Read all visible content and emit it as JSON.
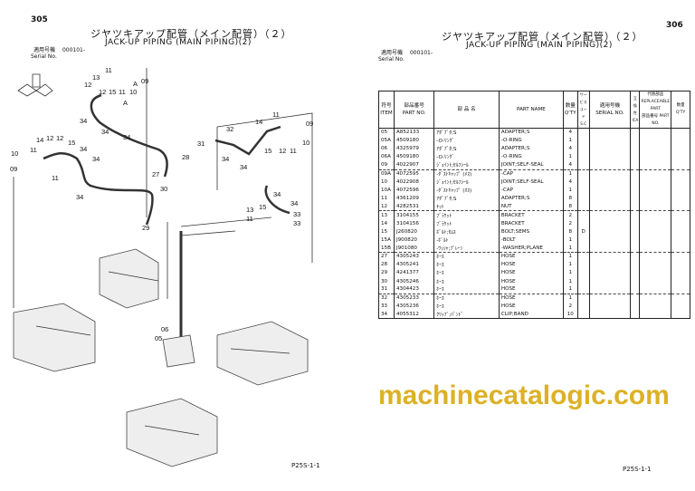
{
  "left_page": {
    "page_number": "305",
    "title_jp": "ジヤツキアップ配管（メイン配管）（２）",
    "title_en": "JACK-UP PIPING (MAIN PIPING)(2)",
    "serial_label_jp": "適用号機",
    "serial_value": "000101-",
    "serial_label_en": "Serial No.",
    "footer": "P25S-1-1",
    "callouts": [
      "11",
      "13",
      "12",
      "12",
      "15",
      "11",
      "10",
      "09",
      "A",
      "A",
      "34",
      "34",
      "34",
      "28",
      "27",
      "10",
      "11",
      "14",
      "12",
      "12",
      "15",
      "34",
      "34",
      "09",
      "11",
      "34",
      "29",
      "30",
      "11",
      "14",
      "32",
      "31",
      "09",
      "10",
      "15",
      "12",
      "11",
      "34",
      "34",
      "34",
      "34",
      "13",
      "15",
      "11",
      "33",
      "33",
      "06",
      "05"
    ]
  },
  "right_page": {
    "page_number": "306",
    "title_jp": "ジヤツキアップ配管（メイン配管）（２）",
    "title_en": "JACK-UP PIPING (MAIN PIPING)(2)",
    "serial_label_jp": "適用号機",
    "serial_value": "000101-",
    "serial_label_en": "Serial No.",
    "footer": "P25S-1-1",
    "headers": {
      "item_jp": "符号",
      "item": "ITEM",
      "part_no_jp": "部品番号",
      "part_no": "PART NO.",
      "name_jp": "部 品 名",
      "part_name": "PART NAME",
      "qty_jp": "数量",
      "qty": "Q'TY",
      "sc_jp": "サービスコード",
      "sc": "S.C",
      "serial_jp": "適用号機",
      "serial": "SERIAL NO.",
      "interchange": "互換性 ICA",
      "replaceable_jp": "代替部品",
      "replaceable": "REPLACEABLE PART",
      "repl_part_no": "部品番号 PART NO.",
      "repl_qty": "数量 Q'TY"
    },
    "rows": [
      [
        "05",
        "A852133",
        "ｱﾀﾞﾌﾟﾀ;S",
        "ADAPTER;S",
        "4",
        ""
      ],
      [
        "05A",
        "4509180",
        "-O-ﾘﾝｸﾞ",
        "-O-RING",
        "1",
        ""
      ],
      [
        "06",
        "4325979",
        "ｱﾀﾞﾌﾟﾀ;S",
        "ADAPTER;S",
        "4",
        ""
      ],
      [
        "06A",
        "4509180",
        "-O-ﾘﾝｸﾞ",
        "-O-RING",
        "1",
        ""
      ],
      [
        "09",
        "4022907",
        "ｼﾞｮｲﾝﾄ;ｾﾙﾌｼｰﾙ",
        "JOINT;SELF-SEAL",
        "4",
        ""
      ],
      [
        "09A",
        "4072595",
        "-ﾀﾞｽﾄｷｬｯﾌﾟ (ﾒｽ)",
        "-CAP",
        "1",
        ""
      ],
      [
        "10",
        "4022908",
        "ｼﾞｮｲﾝﾄ;ｾﾙﾌｼｰﾙ",
        "JOINT;SELF-SEAL",
        "4",
        ""
      ],
      [
        "10A",
        "4072596",
        "-ﾀﾞｽﾄｷｬｯﾌﾟ (ｵｽ)",
        "-CAP",
        "1",
        ""
      ],
      [
        "11",
        "4361209",
        "ｱﾀﾞﾌﾟﾀ;S",
        "ADAPTER;S",
        "8",
        ""
      ],
      [
        "12",
        "4282531",
        "ﾅｯﾄ",
        "NUT",
        "8",
        ""
      ],
      [
        "13",
        "3104155",
        "ﾌﾞﾗｹｯﾄ",
        "BRACKET",
        "2",
        ""
      ],
      [
        "14",
        "3104156",
        "ﾌﾞﾗｹｯﾄ",
        "BRACKET",
        "2",
        ""
      ],
      [
        "15",
        "J260820",
        "ﾎﾞﾙﾄ;ｾﾑｽ",
        "BOLT;SEMS",
        "8",
        "D"
      ],
      [
        "15A",
        "J900820",
        "-ﾎﾞﾙﾄ",
        "-BOLT",
        "1",
        ""
      ],
      [
        "15B",
        "J901080",
        "-ﾜｯｼｬ;ﾌﾟﾚｰﾝ",
        "-WASHER;PLANE",
        "1",
        ""
      ],
      [
        "27",
        "4305243",
        "ﾎｰｽ",
        "HOSE",
        "1",
        ""
      ],
      [
        "28",
        "4305241",
        "ﾎｰｽ",
        "HOSE",
        "1",
        ""
      ],
      [
        "29",
        "4241377",
        "ﾎｰｽ",
        "HOSE",
        "1",
        ""
      ],
      [
        "30",
        "4305246",
        "ﾎｰｽ",
        "HOSE",
        "1",
        ""
      ],
      [
        "31",
        "4304423",
        "ﾎｰｽ",
        "HOSE",
        "1",
        ""
      ],
      [
        "32",
        "4305233",
        "ﾎｰｽ",
        "HOSE",
        "1",
        ""
      ],
      [
        "33",
        "4305236",
        "ﾎｰｽ",
        "HOSE",
        "2",
        ""
      ],
      [
        "34",
        "4055312",
        "ｸﾘｯﾌﾟ;ﾊﾞﾝﾄﾞ",
        "CLIP;BAND",
        "10",
        ""
      ]
    ]
  },
  "watermark": "machinecatalogic.com"
}
